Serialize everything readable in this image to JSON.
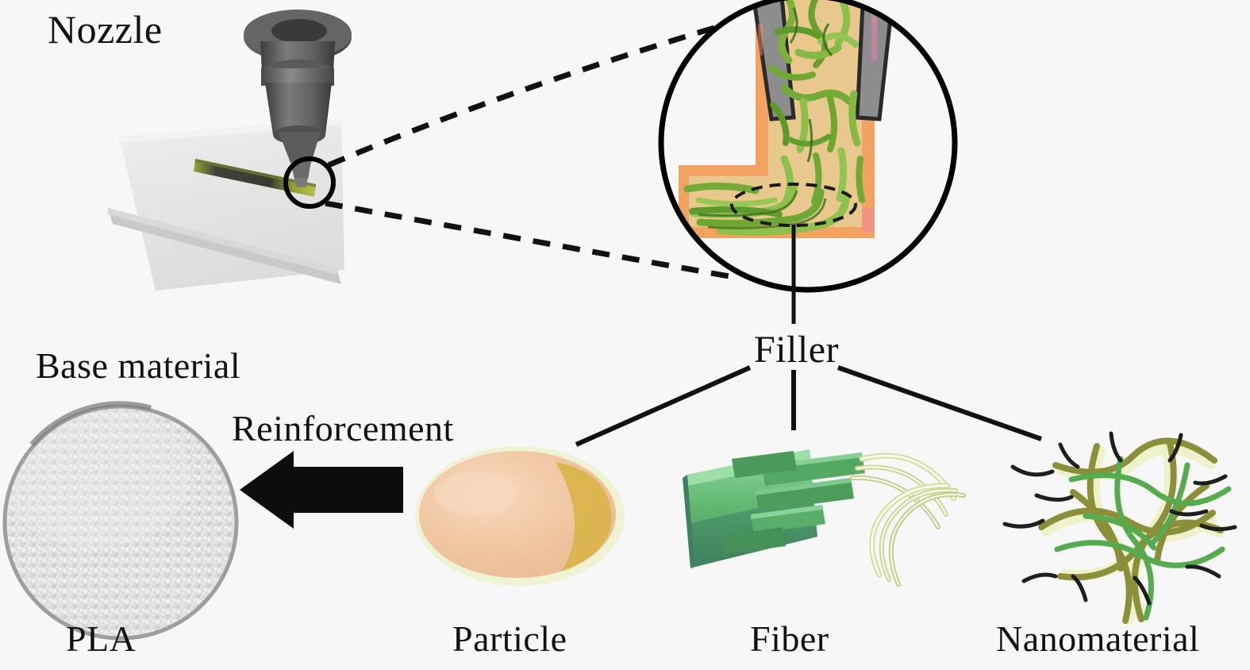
{
  "figure": {
    "type": "schematic-diagram",
    "background_color": "#f7f7f7",
    "topic": "Fused deposition modeling of filler-reinforced PLA composite"
  },
  "labels": {
    "nozzle": "Nozzle",
    "base_material": "Base material",
    "reinforcement": "Reinforcement",
    "filler": "Filler",
    "pla": "PLA",
    "particle": "Particle",
    "fiber": "Fiber",
    "nanomaterial": "Nanomaterial"
  },
  "colors": {
    "nozzle_dark": "#4a4a4a",
    "nozzle_mid": "#6e6e6e",
    "nozzle_light": "#8c8c8c",
    "build_plate": "#e3e3e3",
    "build_plate_edge": "#bdbdbd",
    "bead_dark": "#3b3b33",
    "bead_green": "#8c9a2b",
    "matrix_orange": "#f0a05a",
    "matrix_tan": "#e8c88c",
    "fiber_green": "#7fae3c",
    "fiber_green_dark": "#4e8a2a",
    "particle_peach": "#f2c9a6",
    "particle_gold": "#d9b44a",
    "fiber_block_green": "#4fa05a",
    "pellet_grey": "#d2d2d2",
    "outline_black": "#000000"
  },
  "scene": {
    "printer": {
      "name": "nozzle-assembly",
      "description": "Grey extruder nozzle with flanged top, banded barrel and conical tip depositing a bead on a light grey build plate"
    },
    "magnifier": {
      "name": "magnified-nozzle-cross-section",
      "description": "Circular callout showing nozzle interior: grey tapered walls, orange polymer matrix lining, tan melt and randomly oriented green fibers turning into the deposited bead",
      "callout_style": "two dashed leader lines from small circle on bead to large circle"
    },
    "filler_branches": [
      {
        "name": "branch-to-particle",
        "target": "Particle"
      },
      {
        "name": "branch-to-fiber",
        "target": "Fiber"
      },
      {
        "name": "branch-to-nanomaterial",
        "target": "Nanomaterial"
      }
    ],
    "reinforcement_arrow": {
      "name": "reinforcement-arrow",
      "direction": "left",
      "from": "Filler group",
      "to": "PLA base material"
    },
    "specimens": [
      {
        "name": "pla-pellets",
        "label": "PLA",
        "shape": "circular pile of white-grey granules"
      },
      {
        "name": "particle-pile",
        "label": "Particle",
        "shape": "peach and gold rounded powder blob"
      },
      {
        "name": "fiber-bundle",
        "label": "Fiber",
        "shape": "green fiber bundle block with pale filaments emerging"
      },
      {
        "name": "nanomaterial-network",
        "label": "Nanomaterial",
        "shape": "tangled network of green and olive nanofibers"
      }
    ]
  }
}
